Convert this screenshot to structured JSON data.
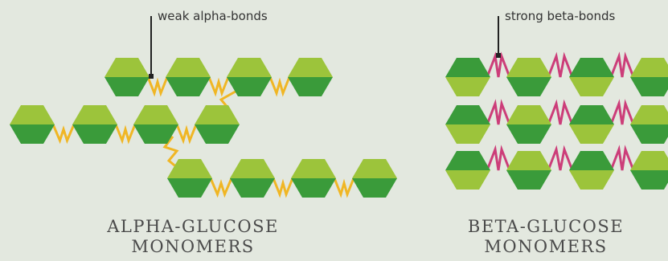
{
  "labels": {
    "alpha_callout": "weak alpha-bonds",
    "beta_callout": "strong beta-bonds"
  },
  "captions": {
    "alpha_line1": "ALPHA-GLUCOSE",
    "alpha_line2": "MONOMERS",
    "beta_line1": "BETA-GLUCOSE",
    "beta_line2": "MONOMERS"
  },
  "colors": {
    "background": "#e3e8df",
    "hex_light": "#9cc43b",
    "hex_dark": "#3a9b3a",
    "alpha_bond": "#f0b624",
    "beta_bond": "#cc3d79",
    "callout_line": "#222222"
  }
}
